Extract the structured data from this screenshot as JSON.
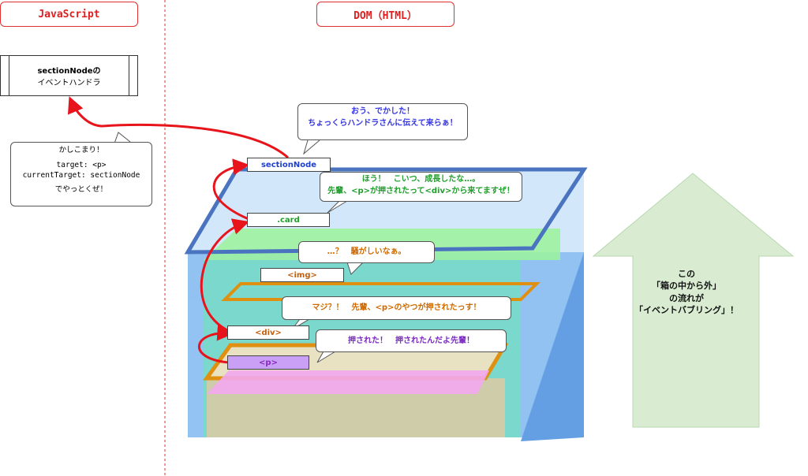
{
  "headers": {
    "js": "JavaScript",
    "dom": "DOM（HTML）"
  },
  "handler": {
    "line1": "sectionNodeの",
    "line2": "イベントハンドラ"
  },
  "handler_note": {
    "line1": "かしこまり！",
    "line2": "target: <p>",
    "line3": "currentTarget: sectionNode",
    "line4": "でやっとくぜ！"
  },
  "nodes": {
    "section": "sectionNode",
    "card": ".card",
    "img": "<img>",
    "div": "<div>",
    "p": "<p>"
  },
  "bubbles": {
    "section": {
      "line1": "おう、でかした！",
      "line2": "ちょっくらハンドラさんに伝えて来らぁ！"
    },
    "card": {
      "line1": "ほう！　こいつ、成長したな…。",
      "line2": "先輩、<p>が押されたって<div>から来てますぜ！"
    },
    "img": "…？　騒がしいなぁ。",
    "div": "マジ？！　先輩、<p>のやつが押されたっす！",
    "p": "押された！　押されたんだよ先輩！"
  },
  "big_arrow": {
    "line1": "この",
    "line2": "「箱の中から外」",
    "line3": "の流れが",
    "line4": "「イベントバブリング」！"
  },
  "colors": {
    "red": "#e8141c",
    "section_blue": "#1f3fd0",
    "card_green": "#1e9e2a",
    "img_orange": "#c06010",
    "div_orange": "#c06010",
    "p_purple": "#8a2ac0",
    "bubble_blue": "#3535e0",
    "bubble_green": "#1e9e2a",
    "bubble_orange": "#d06a00",
    "bubble_purple": "#7a2ac0"
  }
}
